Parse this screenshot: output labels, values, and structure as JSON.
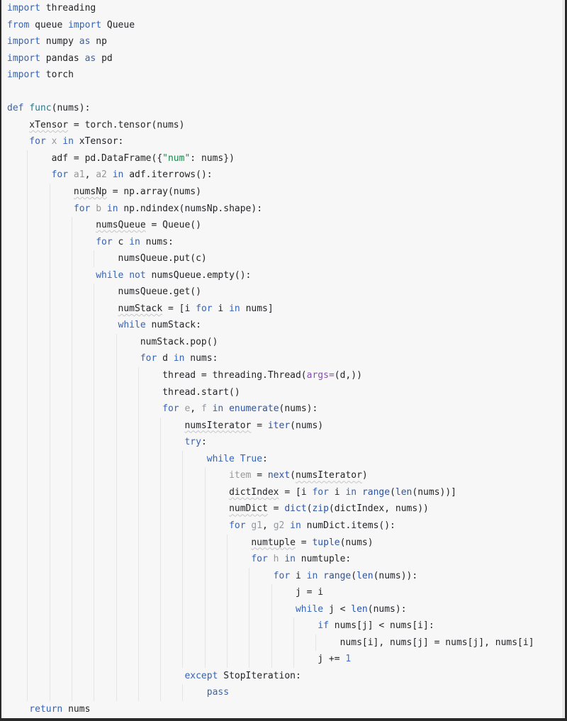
{
  "editor": {
    "description": "python-code-editor-light-theme",
    "colors": {
      "bg": "#f7f7f8",
      "text": "#232427",
      "keyword": "#3563b4",
      "builtin": "#2b54a6",
      "string": "#17864b",
      "number": "#3a6fe0",
      "unused": "#95989b",
      "function_decl": "#1a7d90",
      "named_arg": "#8452a8",
      "squiggle": "#c6c6c6",
      "indent_guide": "#e4e4e6",
      "frame": "#2a2a2a",
      "scroll_track": "#d4d4d6"
    },
    "lines": [
      {
        "indent": 0,
        "tokens": [
          {
            "c": "k",
            "t": "import"
          },
          {
            "c": "d",
            "t": " threading"
          }
        ]
      },
      {
        "indent": 0,
        "tokens": [
          {
            "c": "k",
            "t": "from"
          },
          {
            "c": "d",
            "t": " queue "
          },
          {
            "c": "k",
            "t": "import"
          },
          {
            "c": "d",
            "t": " Queue"
          }
        ]
      },
      {
        "indent": 0,
        "tokens": [
          {
            "c": "k",
            "t": "import"
          },
          {
            "c": "d",
            "t": " numpy "
          },
          {
            "c": "k",
            "t": "as"
          },
          {
            "c": "d",
            "t": " np"
          }
        ]
      },
      {
        "indent": 0,
        "tokens": [
          {
            "c": "k",
            "t": "import"
          },
          {
            "c": "d",
            "t": " pandas "
          },
          {
            "c": "k",
            "t": "as"
          },
          {
            "c": "d",
            "t": " pd"
          }
        ]
      },
      {
        "indent": 0,
        "tokens": [
          {
            "c": "k",
            "t": "import"
          },
          {
            "c": "d",
            "t": " torch"
          }
        ]
      },
      {
        "indent": 0,
        "tokens": []
      },
      {
        "indent": 0,
        "tokens": [
          {
            "c": "k",
            "t": "def"
          },
          {
            "c": "d",
            "t": " "
          },
          {
            "c": "f",
            "t": "func"
          },
          {
            "c": "d",
            "t": "(nums):"
          }
        ]
      },
      {
        "indent": 1,
        "tokens": [
          {
            "c": "w",
            "t": "xTensor"
          },
          {
            "c": "d",
            "t": " = torch.tensor(nums)"
          }
        ]
      },
      {
        "indent": 1,
        "tokens": [
          {
            "c": "k",
            "t": "for"
          },
          {
            "c": "d",
            "t": " "
          },
          {
            "c": "g",
            "t": "x"
          },
          {
            "c": "d",
            "t": " "
          },
          {
            "c": "k",
            "t": "in"
          },
          {
            "c": "d",
            "t": " xTensor:"
          }
        ]
      },
      {
        "indent": 2,
        "tokens": [
          {
            "c": "d",
            "t": "adf = pd.DataFrame({"
          },
          {
            "c": "s",
            "t": "\"num\""
          },
          {
            "c": "d",
            "t": ": nums})"
          }
        ]
      },
      {
        "indent": 2,
        "tokens": [
          {
            "c": "k",
            "t": "for"
          },
          {
            "c": "d",
            "t": " "
          },
          {
            "c": "g",
            "t": "a1"
          },
          {
            "c": "d",
            "t": ", "
          },
          {
            "c": "g",
            "t": "a2"
          },
          {
            "c": "d",
            "t": " "
          },
          {
            "c": "k",
            "t": "in"
          },
          {
            "c": "d",
            "t": " adf.iterrows():"
          }
        ]
      },
      {
        "indent": 3,
        "tokens": [
          {
            "c": "w",
            "t": "numsNp"
          },
          {
            "c": "d",
            "t": " = np.array(nums)"
          }
        ]
      },
      {
        "indent": 3,
        "tokens": [
          {
            "c": "k",
            "t": "for"
          },
          {
            "c": "d",
            "t": " "
          },
          {
            "c": "g",
            "t": "b"
          },
          {
            "c": "d",
            "t": " "
          },
          {
            "c": "k",
            "t": "in"
          },
          {
            "c": "d",
            "t": " np.ndindex(numsNp.shape):"
          }
        ]
      },
      {
        "indent": 4,
        "tokens": [
          {
            "c": "w",
            "t": "numsQueue"
          },
          {
            "c": "d",
            "t": " = Queue()"
          }
        ]
      },
      {
        "indent": 4,
        "tokens": [
          {
            "c": "k",
            "t": "for"
          },
          {
            "c": "d",
            "t": " c "
          },
          {
            "c": "k",
            "t": "in"
          },
          {
            "c": "d",
            "t": " nums:"
          }
        ]
      },
      {
        "indent": 5,
        "tokens": [
          {
            "c": "d",
            "t": "numsQueue.put(c)"
          }
        ]
      },
      {
        "indent": 4,
        "tokens": [
          {
            "c": "k",
            "t": "while"
          },
          {
            "c": "d",
            "t": " "
          },
          {
            "c": "k",
            "t": "not"
          },
          {
            "c": "d",
            "t": " numsQueue.empty():"
          }
        ]
      },
      {
        "indent": 5,
        "tokens": [
          {
            "c": "d",
            "t": "numsQueue.get()"
          }
        ]
      },
      {
        "indent": 5,
        "tokens": [
          {
            "c": "w",
            "t": "numStack"
          },
          {
            "c": "d",
            "t": " = [i "
          },
          {
            "c": "k",
            "t": "for"
          },
          {
            "c": "d",
            "t": " i "
          },
          {
            "c": "k",
            "t": "in"
          },
          {
            "c": "d",
            "t": " nums]"
          }
        ]
      },
      {
        "indent": 5,
        "tokens": [
          {
            "c": "k",
            "t": "while"
          },
          {
            "c": "d",
            "t": " numStack:"
          }
        ]
      },
      {
        "indent": 6,
        "tokens": [
          {
            "c": "d",
            "t": "numStack.pop()"
          }
        ]
      },
      {
        "indent": 6,
        "tokens": [
          {
            "c": "k",
            "t": "for"
          },
          {
            "c": "d",
            "t": " d "
          },
          {
            "c": "k",
            "t": "in"
          },
          {
            "c": "d",
            "t": " nums:"
          }
        ]
      },
      {
        "indent": 7,
        "tokens": [
          {
            "c": "d",
            "t": "thread = threading.Thread("
          },
          {
            "c": "a",
            "t": "args="
          },
          {
            "c": "d",
            "t": "(d,))"
          }
        ]
      },
      {
        "indent": 7,
        "tokens": [
          {
            "c": "d",
            "t": "thread.start()"
          }
        ]
      },
      {
        "indent": 7,
        "tokens": [
          {
            "c": "k",
            "t": "for"
          },
          {
            "c": "d",
            "t": " "
          },
          {
            "c": "g",
            "t": "e"
          },
          {
            "c": "d",
            "t": ", "
          },
          {
            "c": "g",
            "t": "f"
          },
          {
            "c": "d",
            "t": " "
          },
          {
            "c": "k",
            "t": "in"
          },
          {
            "c": "d",
            "t": " "
          },
          {
            "c": "b",
            "t": "enumerate"
          },
          {
            "c": "d",
            "t": "(nums):"
          }
        ]
      },
      {
        "indent": 8,
        "tokens": [
          {
            "c": "w",
            "t": "numsIterator"
          },
          {
            "c": "d",
            "t": " = "
          },
          {
            "c": "b",
            "t": "iter"
          },
          {
            "c": "d",
            "t": "(nums)"
          }
        ]
      },
      {
        "indent": 8,
        "tokens": [
          {
            "c": "k",
            "t": "try"
          },
          {
            "c": "d",
            "t": ":"
          }
        ]
      },
      {
        "indent": 9,
        "tokens": [
          {
            "c": "k",
            "t": "while"
          },
          {
            "c": "d",
            "t": " "
          },
          {
            "c": "k",
            "t": "True"
          },
          {
            "c": "d",
            "t": ":"
          }
        ]
      },
      {
        "indent": 10,
        "tokens": [
          {
            "c": "g",
            "t": "item"
          },
          {
            "c": "d",
            "t": " = "
          },
          {
            "c": "b",
            "t": "next"
          },
          {
            "c": "d",
            "t": "("
          },
          {
            "c": "w",
            "t": "numsIterator"
          },
          {
            "c": "d",
            "t": ")"
          }
        ]
      },
      {
        "indent": 10,
        "tokens": [
          {
            "c": "w",
            "t": "dictIndex"
          },
          {
            "c": "d",
            "t": " = [i "
          },
          {
            "c": "k",
            "t": "for"
          },
          {
            "c": "d",
            "t": " i "
          },
          {
            "c": "k",
            "t": "in"
          },
          {
            "c": "d",
            "t": " "
          },
          {
            "c": "b",
            "t": "range"
          },
          {
            "c": "d",
            "t": "("
          },
          {
            "c": "b",
            "t": "len"
          },
          {
            "c": "d",
            "t": "(nums))]"
          }
        ]
      },
      {
        "indent": 10,
        "tokens": [
          {
            "c": "w",
            "t": "numDict"
          },
          {
            "c": "d",
            "t": " = "
          },
          {
            "c": "b",
            "t": "dict"
          },
          {
            "c": "d",
            "t": "("
          },
          {
            "c": "b",
            "t": "zip"
          },
          {
            "c": "d",
            "t": "(dictIndex, nums))"
          }
        ]
      },
      {
        "indent": 10,
        "tokens": [
          {
            "c": "k",
            "t": "for"
          },
          {
            "c": "d",
            "t": " "
          },
          {
            "c": "g",
            "t": "g1"
          },
          {
            "c": "d",
            "t": ", "
          },
          {
            "c": "g",
            "t": "g2"
          },
          {
            "c": "d",
            "t": " "
          },
          {
            "c": "k",
            "t": "in"
          },
          {
            "c": "d",
            "t": " numDict.items():"
          }
        ]
      },
      {
        "indent": 11,
        "tokens": [
          {
            "c": "w",
            "t": "numtuple"
          },
          {
            "c": "d",
            "t": " = "
          },
          {
            "c": "b",
            "t": "tuple"
          },
          {
            "c": "d",
            "t": "(nums)"
          }
        ]
      },
      {
        "indent": 11,
        "tokens": [
          {
            "c": "k",
            "t": "for"
          },
          {
            "c": "d",
            "t": " "
          },
          {
            "c": "g",
            "t": "h"
          },
          {
            "c": "d",
            "t": " "
          },
          {
            "c": "k",
            "t": "in"
          },
          {
            "c": "d",
            "t": " numtuple:"
          }
        ]
      },
      {
        "indent": 12,
        "tokens": [
          {
            "c": "k",
            "t": "for"
          },
          {
            "c": "d",
            "t": " i "
          },
          {
            "c": "k",
            "t": "in"
          },
          {
            "c": "d",
            "t": " "
          },
          {
            "c": "b",
            "t": "range"
          },
          {
            "c": "d",
            "t": "("
          },
          {
            "c": "b",
            "t": "len"
          },
          {
            "c": "d",
            "t": "(nums)):"
          }
        ]
      },
      {
        "indent": 13,
        "tokens": [
          {
            "c": "d",
            "t": "j = i"
          }
        ]
      },
      {
        "indent": 13,
        "tokens": [
          {
            "c": "k",
            "t": "while"
          },
          {
            "c": "d",
            "t": " j < "
          },
          {
            "c": "b",
            "t": "len"
          },
          {
            "c": "d",
            "t": "(nums):"
          }
        ]
      },
      {
        "indent": 14,
        "tokens": [
          {
            "c": "k",
            "t": "if"
          },
          {
            "c": "d",
            "t": " nums[j] < nums[i]:"
          }
        ]
      },
      {
        "indent": 15,
        "tokens": [
          {
            "c": "d",
            "t": "nums[i], nums[j] = nums[j], nums[i]"
          }
        ]
      },
      {
        "indent": 14,
        "tokens": [
          {
            "c": "d",
            "t": "j += "
          },
          {
            "c": "n",
            "t": "1"
          }
        ]
      },
      {
        "indent": 8,
        "tokens": [
          {
            "c": "k",
            "t": "except"
          },
          {
            "c": "d",
            "t": " StopIteration:"
          }
        ]
      },
      {
        "indent": 9,
        "tokens": [
          {
            "c": "k",
            "t": "pass"
          }
        ]
      },
      {
        "indent": 1,
        "tokens": [
          {
            "c": "k",
            "t": "return"
          },
          {
            "c": "d",
            "t": " nums"
          }
        ]
      }
    ]
  }
}
